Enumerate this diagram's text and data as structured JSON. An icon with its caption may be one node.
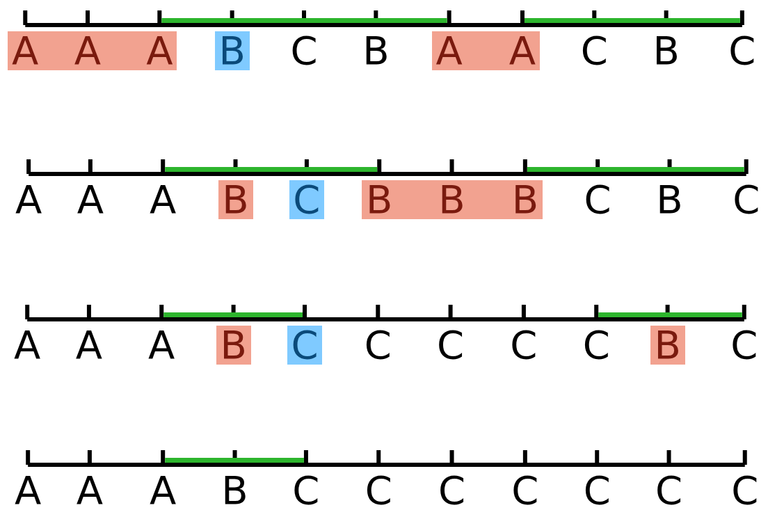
{
  "diagram": {
    "nodes": [
      {
        "text": [
          "A",
          "A",
          "A"
        ]
      },
      {
        "text": [
          "B"
        ]
      },
      {
        "text": [
          "A",
          "A"
        ]
      },
      {
        "text": [
          "B"
        ]
      },
      {
        "text": [
          "C"
        ]
      },
      {
        "text": [
          "B",
          "B",
          "B"
        ]
      },
      {
        "text": [
          "B"
        ]
      },
      {
        "text": [
          "C"
        ]
      },
      {
        "text": [
          "B"
        ]
      }
    ],
    "labels": [
      "C",
      "B",
      "C",
      "B",
      "C",
      "A",
      "A",
      "A",
      "C",
      "B",
      "C",
      "A",
      "A",
      "A",
      "C",
      "C",
      "C",
      "C",
      "C",
      "A",
      "A",
      "A",
      "B",
      "C",
      "C",
      "C",
      "C",
      "C",
      "C",
      "C"
    ]
  }
}
